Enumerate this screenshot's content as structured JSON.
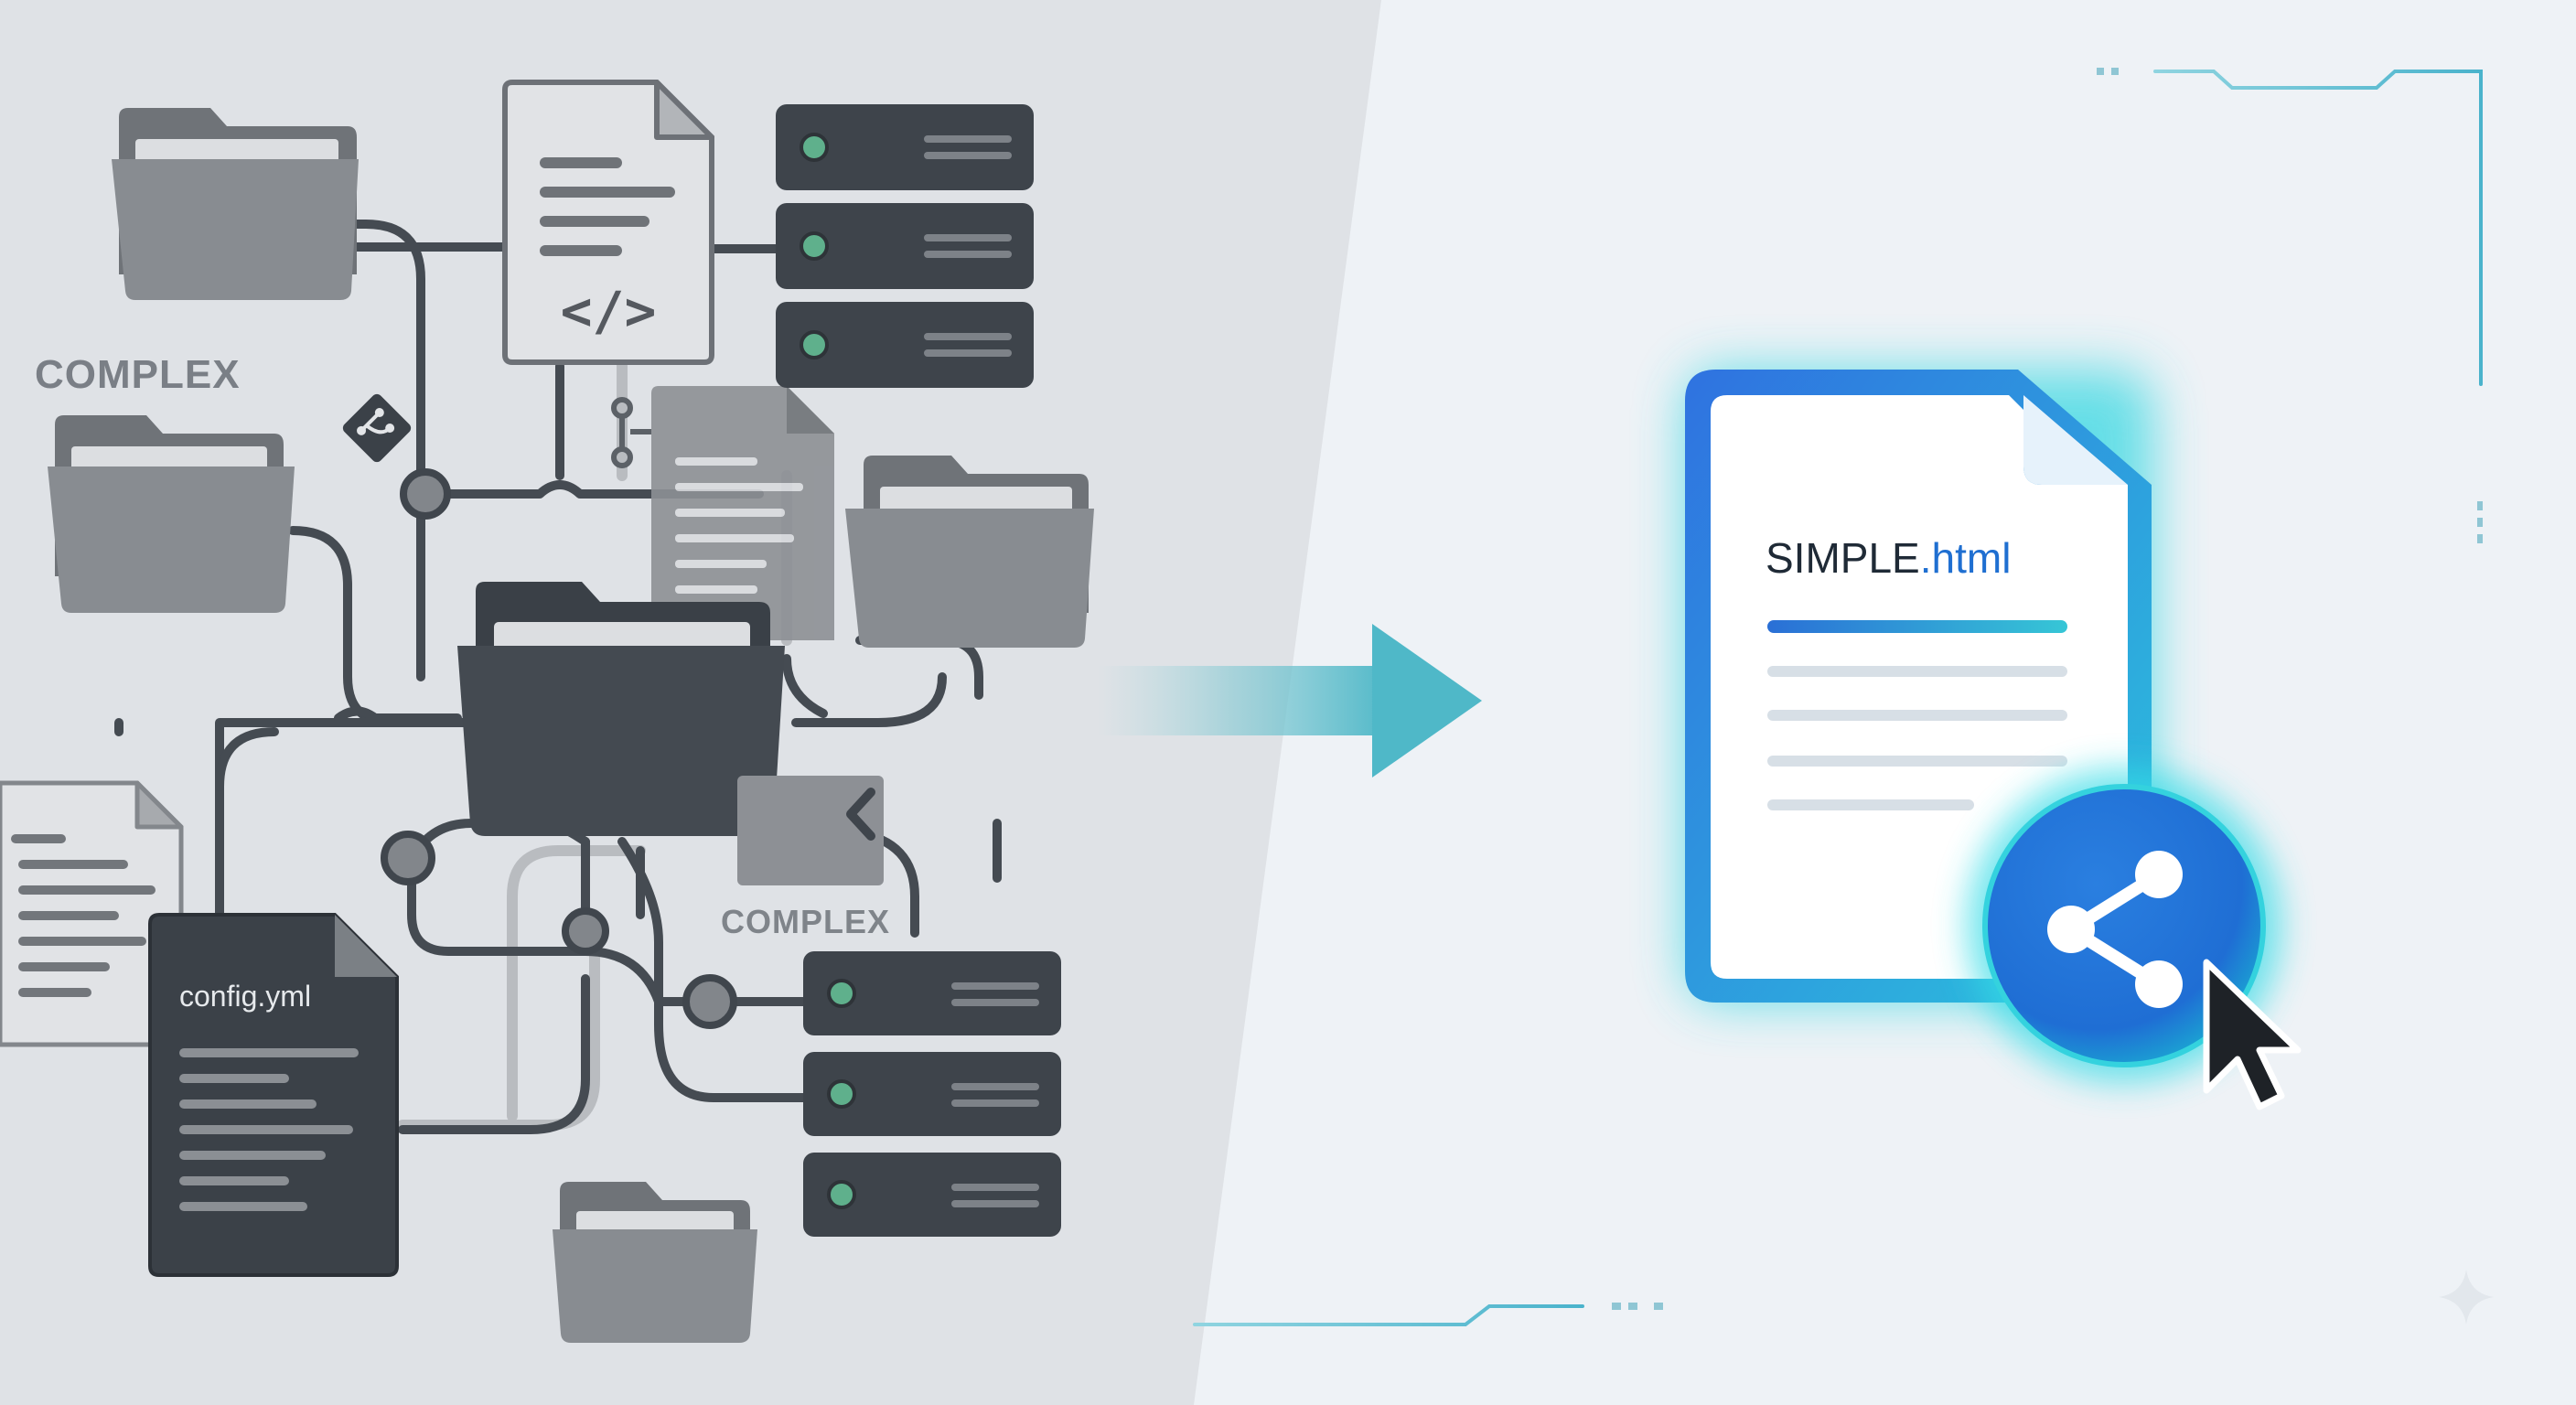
{
  "left_panel": {
    "label_top": "COMPLEX",
    "label_middle": "COMPLEX",
    "config_file_name": "config.yml",
    "code_file_glyph": "</>"
  },
  "right_panel": {
    "file_name_base": "SIMPLE",
    "file_name_ext": ".html",
    "share_icon": "share-icon",
    "cursor_icon": "cursor-icon"
  },
  "colors": {
    "left_background": "#dfe2e6",
    "right_background": "#eef2f6",
    "dark_slate": "#3e454d",
    "mid_gray": "#7d8186",
    "accent_teal": "#2fd3d8",
    "accent_blue": "#2a6fd6",
    "led_green": "#5fb08c"
  }
}
